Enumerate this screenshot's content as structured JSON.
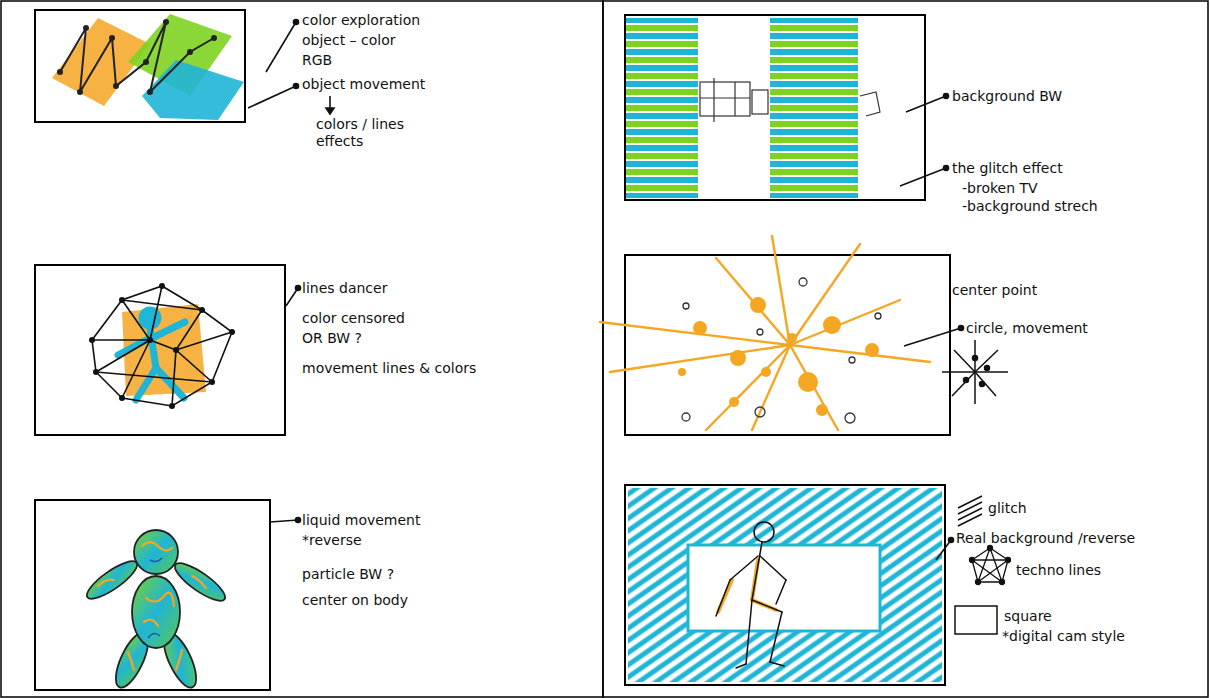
{
  "diagram": {
    "labels": [
      "color exploration",
      "object – color",
      "RGB",
      "object movement",
      "colors / lines effects",
      "lines dancer",
      "color censored",
      "OR BW ?",
      "movement lines & colors",
      "liquid movement",
      "*reverse",
      "particle BW ?",
      "center on body",
      "background BW",
      "the glitch effect",
      "-broken TV",
      "-background strech",
      "center point",
      "circle, movement",
      "glitch",
      "Real background /reverse",
      "techno lines",
      "square",
      "*digital cam style"
    ]
  }
}
